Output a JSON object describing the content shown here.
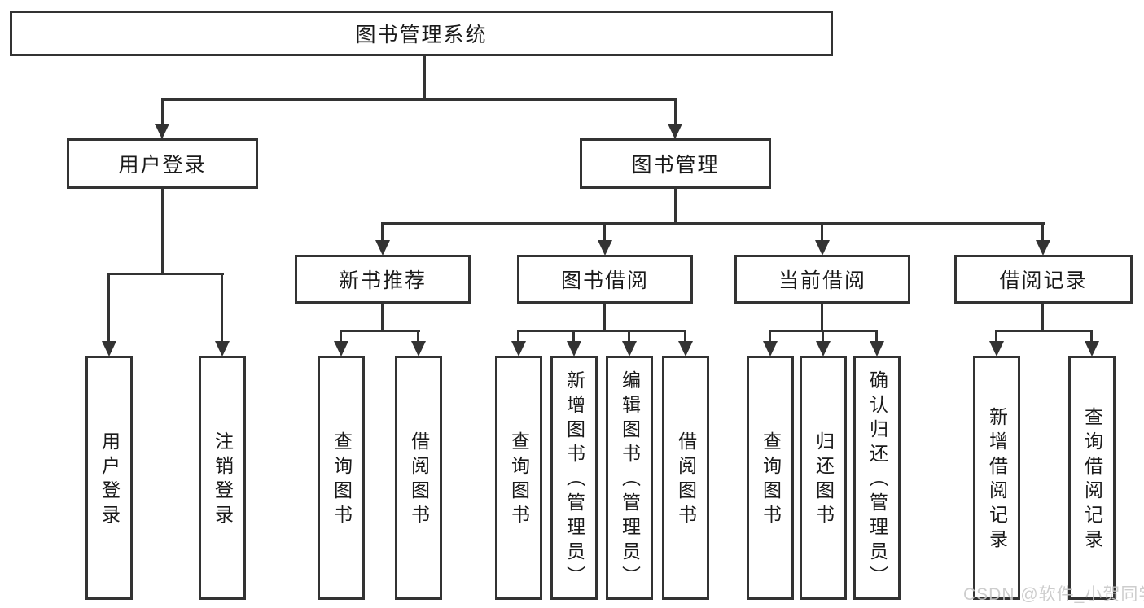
{
  "diagram": {
    "root": {
      "label": "图书管理系统"
    },
    "level2": [
      {
        "label": "用户登录"
      },
      {
        "label": "图书管理"
      }
    ],
    "level3": [
      {
        "label": "新书推荐"
      },
      {
        "label": "图书借阅"
      },
      {
        "label": "当前借阅"
      },
      {
        "label": "借阅记录"
      }
    ],
    "leaves": {
      "login": [
        "用户登录",
        "注销登录"
      ],
      "recommend": [
        "查询图书",
        "借阅图书"
      ],
      "borrow": [
        "查询图书",
        "新增图书（管理员）",
        "编辑图书（管理员）",
        "借阅图书"
      ],
      "current": [
        "查询图书",
        "归还图书",
        "确认归还（管理员）"
      ],
      "records": [
        "新增借阅记录",
        "查询借阅记录"
      ]
    }
  },
  "watermark": {
    "text": "CSDN @软件_小贺同学"
  },
  "colors": {
    "line": "#333333",
    "text": "#1a1a1a",
    "background": "#ffffff",
    "watermark": "#c8c8c8"
  }
}
